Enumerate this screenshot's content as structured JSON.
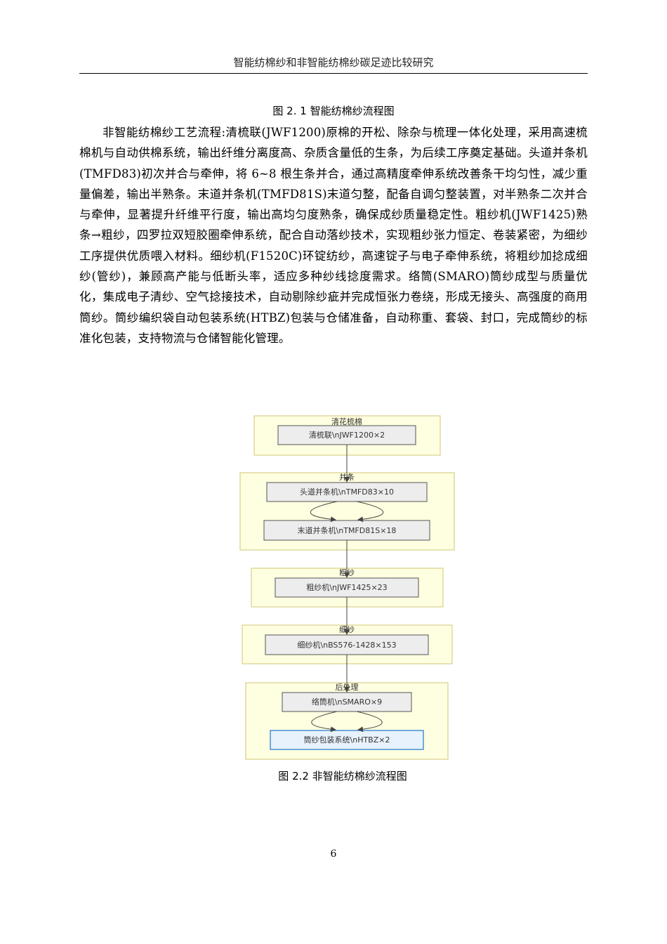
{
  "header": {
    "title": "智能纺棉纱和非智能纺棉纱碳足迹比较研究"
  },
  "figure_2_1": {
    "caption": "图 2. 1  智能纺棉纱流程图"
  },
  "body": {
    "paragraph": "非智能纺棉纱工艺流程:清梳联(JWF1200)原棉的开松、除杂与梳理一体化处理，采用高速梳棉机与自动供棉系统，输出纤维分离度高、杂质含量低的生条，为后续工序奠定基础。头道并条机(TMFD83)初次并合与牵伸，将 6~8 根生条并合，通过高精度牵伸系统改善条干均匀性，减少重量偏差，输出半熟条。末道并条机(TMFD81S)末道匀整，配备自调匀整装置，对半熟条二次并合与牵伸，显著提升纤维平行度，输出高均匀度熟条，确保成纱质量稳定性。粗纱机(JWF1425)熟条→粗纱，四罗拉双短胶圈牵伸系统，配合自动落纱技术，实现粗纱张力恒定、卷装紧密，为细纱工序提供优质喂入材料。细纱机(F1520C)环锭纺纱，高速锭子与电子牵伸系统，将粗纱加捻成细纱(管纱)，兼顾高产能与低断头率，适应多种纱线捻度需求。络筒(SMARO)筒纱成型与质量优化，集成电子清纱、空气捻接技术，自动剔除纱疵并完成恒张力卷绕，形成无接头、高强度的商用筒纱。筒纱编织袋自动包装系统(HTBZ)包装与仓储准备，自动称重、套袋、封口，完成筒纱的标准化包装，支持物流与仓储智能化管理。"
  },
  "flowchart": {
    "groups": [
      {
        "title": "清花梳棉",
        "nodes": [
          "清梳联\\nJWF1200×2"
        ]
      },
      {
        "title": "并条",
        "nodes": [
          "头道并条机\\nTMFD83×10",
          "末道并条机\\nTMFD81S×18"
        ]
      },
      {
        "title": "粗纱",
        "nodes": [
          "粗纱机\\nJWF1425×23"
        ]
      },
      {
        "title": "细纱",
        "nodes": [
          "细纱机\\nBS576-1428×153"
        ]
      },
      {
        "title": "后处理",
        "nodes": [
          "络筒机\\nSMARO×9",
          "筒纱包装系统\\nHTBZ×2"
        ]
      }
    ],
    "colors": {
      "group_fill": "#fefee0",
      "group_border": "#d9d08a",
      "node_fill": "#ededed",
      "node_border": "#555555",
      "highlight_fill": "#e8f2fc",
      "highlight_border": "#3c88d4"
    }
  },
  "figure_2_2": {
    "caption": "图  2.2 非智能纺棉纱流程图"
  },
  "footer": {
    "page_number": "6"
  }
}
